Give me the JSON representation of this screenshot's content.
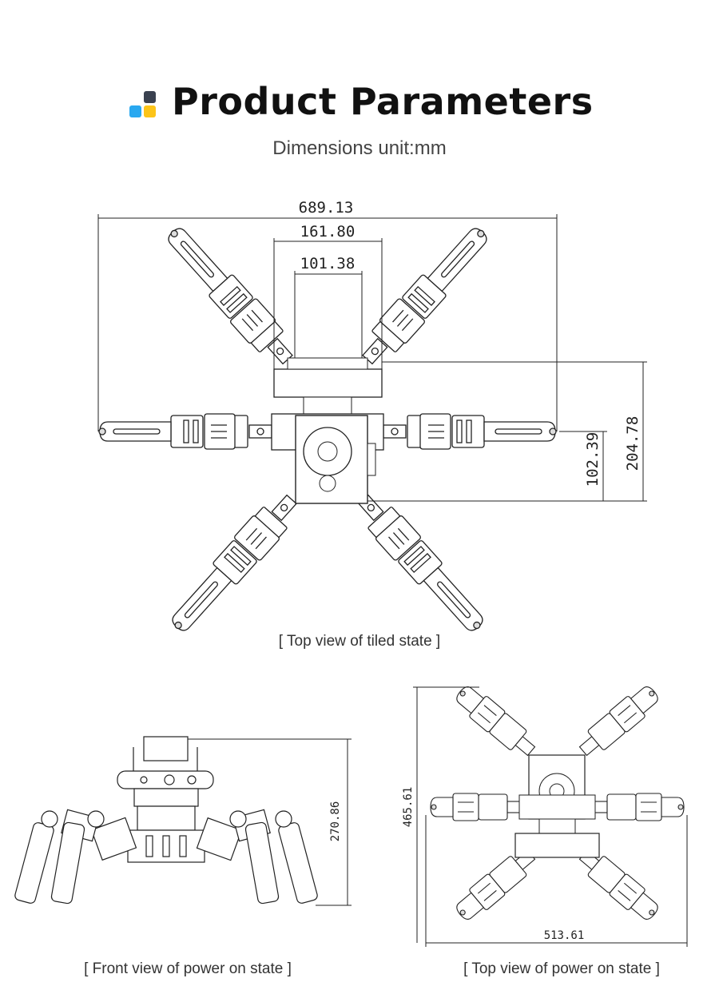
{
  "header": {
    "title": "Product Parameters",
    "subtitle": "Dimensions unit:mm",
    "logo_colors": {
      "dark": "#3a4150",
      "blue": "#29a8f0",
      "yellow": "#fcc419"
    }
  },
  "top_view_tiled": {
    "caption": "[ Top view of tiled state ]",
    "dimensions": {
      "overall_width": "689.13",
      "top_bar_width": "161.80",
      "inner_width": "101.38",
      "total_depth": "204.78",
      "half_depth": "102.39"
    }
  },
  "front_view_powered": {
    "caption": "[ Front view of power on state ]",
    "dimensions": {
      "height": "270.86"
    }
  },
  "top_view_powered": {
    "caption": "[ Top view of power on state ]",
    "dimensions": {
      "height": "465.61",
      "width": "513.61"
    }
  }
}
